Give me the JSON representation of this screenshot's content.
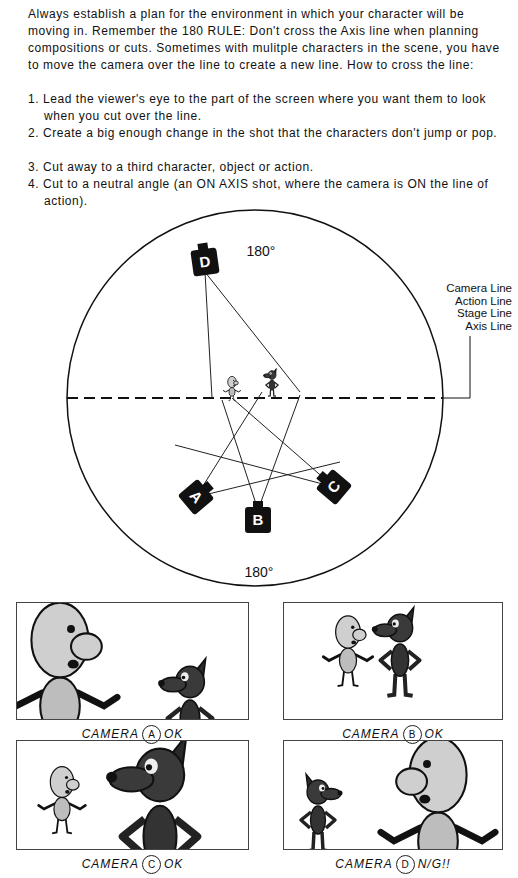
{
  "diagram": {
    "nodes": [
      {
        "text": [
          "D"
        ]
      },
      {
        "text": [
          "A"
        ]
      },
      {
        "text": [
          "C"
        ]
      },
      {
        "text": [
          "B"
        ]
      },
      {
        "text": [
          "CAMERA",
          "A",
          "OK"
        ]
      },
      {
        "text": [
          "CAMERA",
          "B",
          "OK"
        ]
      },
      {
        "text": [
          "CAMERA",
          "C",
          "OK"
        ]
      },
      {
        "text": [
          "CAMERA",
          "D",
          "N/G!!"
        ]
      }
    ],
    "labels": [
      "Always establish a plan for the environment in which your character will be moving in. Remember the 180 RULE: Don't cross the Axis line when planning compositions or cuts. Sometimes with mulitple characters in the scene, you have to move the camera over the line to create a new line. How to cross the line:",
      "1. Lead the viewer's eye to the part of the screen where you want them to look when you cut over the line.",
      "2. Create a big enough change in the shot that the characters don't jump or pop.",
      "3. Cut away to a third character, object or action.",
      "4. Cut to a neutral angle (an ON AXIS shot, where the camera is ON the line of action).",
      "180°",
      "180°",
      "Camera Line Action Line Stage Line Axis Line"
    ]
  }
}
